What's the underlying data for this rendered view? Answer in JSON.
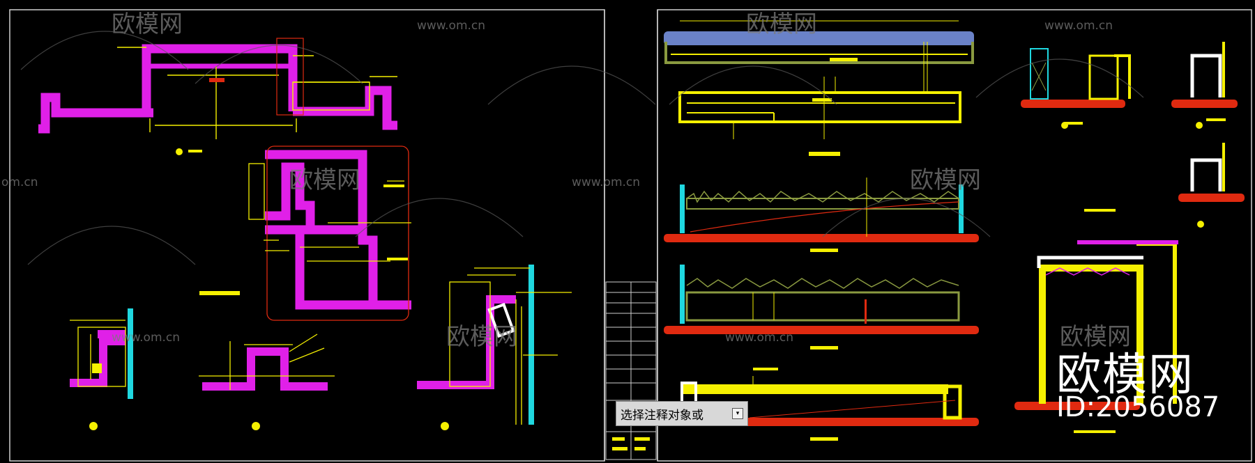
{
  "watermark": {
    "brand": "欧模网",
    "url_full": "www.om.cn",
    "url_short": "om.cn"
  },
  "command_prompt": {
    "text": "选择注释对象或",
    "button_glyph": "▾"
  },
  "overlay": {
    "brand": "欧模网",
    "id_text": "ID:2056087"
  },
  "colors": {
    "background": "#000000",
    "frame": "#cfcfcf",
    "magenta": "#e020e8",
    "yellow": "#f5f000",
    "cyan": "#1fd8e0",
    "red": "#e02a10",
    "olive": "#8a9a40",
    "blue": "#6a82c8",
    "watermark": "#7a7a7a"
  }
}
